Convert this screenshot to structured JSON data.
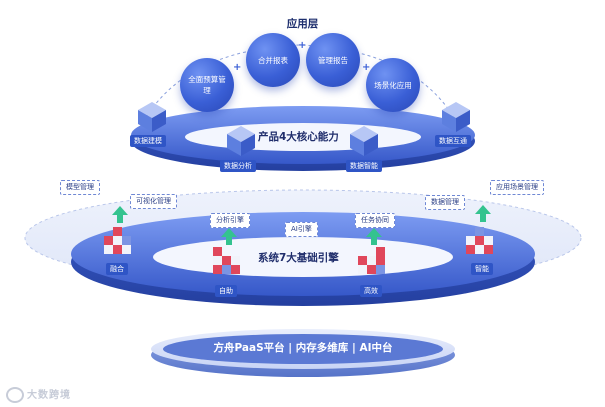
{
  "app_layer": {
    "title": "应用层",
    "bubbles": [
      {
        "label": "全面预算管理"
      },
      {
        "label": "合并报表"
      },
      {
        "label": "管理报告"
      },
      {
        "label": "场景化应用"
      }
    ],
    "plus": "+"
  },
  "product_layer": {
    "title": "产品4大核心能力",
    "capabilities": [
      "数据建模",
      "数据分析",
      "数据智能",
      "数据互通"
    ]
  },
  "engine_layer": {
    "title": "系统7大基础引擎",
    "outer_tags": [
      "模型管理",
      "可视化管理",
      "数据管理",
      "应用场景管理"
    ],
    "inner_tags": [
      "分析引擎",
      "AI引擎",
      "任务协同"
    ],
    "engines": [
      "融合",
      "自助",
      "高效",
      "智能"
    ]
  },
  "platform": {
    "title": "方舟PaaS平台 | 内存多维库 | AI中台"
  },
  "watermark": "大数跨境",
  "colors": {
    "primary": "#2f55c6",
    "ring_light": "#e9eefb",
    "accent_green": "#34c38f",
    "accent_red": "#e0475b"
  }
}
